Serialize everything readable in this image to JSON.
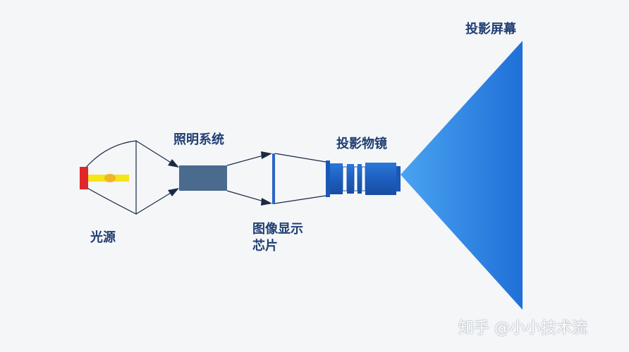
{
  "labels": {
    "projection_screen": "投影屏幕",
    "illumination_system": "照明系统",
    "projection_lens": "投影物镜",
    "light_source": "光源",
    "display_chip_line1": "图像显示",
    "display_chip_line2": "芯片"
  },
  "watermark": "知乎 @小小技术流",
  "colors": {
    "label_text": "#1f3e73",
    "outline": "#1a2a44",
    "lamp_red": "#e0262a",
    "beam_yellow": "#f5e51a",
    "rod_gray": "#4a6a8e",
    "lens_blue": "#1f63c2",
    "screen_blue": "#2a7fe0"
  }
}
